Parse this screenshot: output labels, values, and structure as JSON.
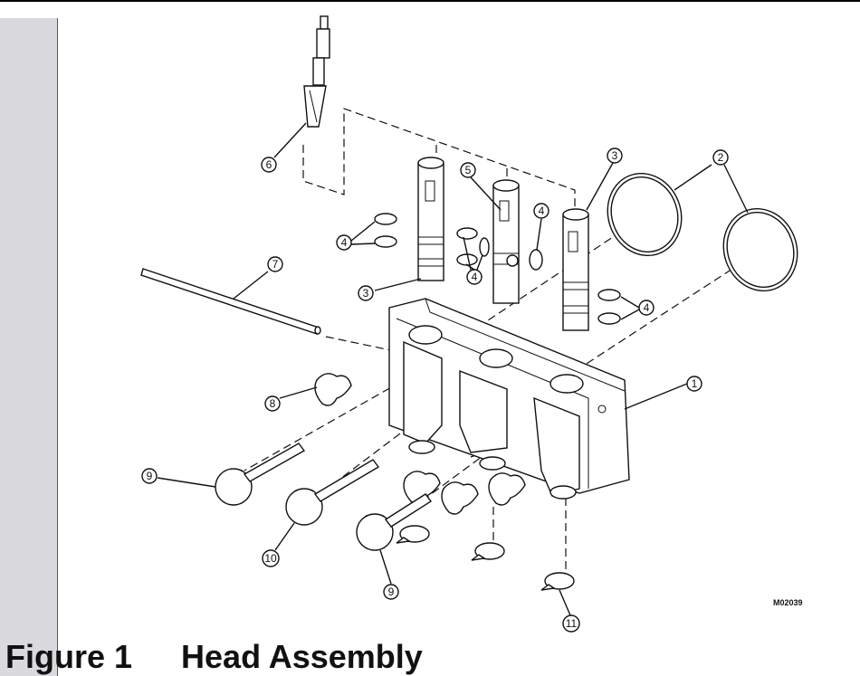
{
  "figure": {
    "label": "Figure 1",
    "title": "Head Assembly",
    "drawing_number": "M02039"
  },
  "callouts": [
    "1",
    "2",
    "3",
    "3",
    "4",
    "4",
    "4",
    "4",
    "5",
    "6",
    "7",
    "8",
    "9",
    "9",
    "10",
    "11"
  ]
}
